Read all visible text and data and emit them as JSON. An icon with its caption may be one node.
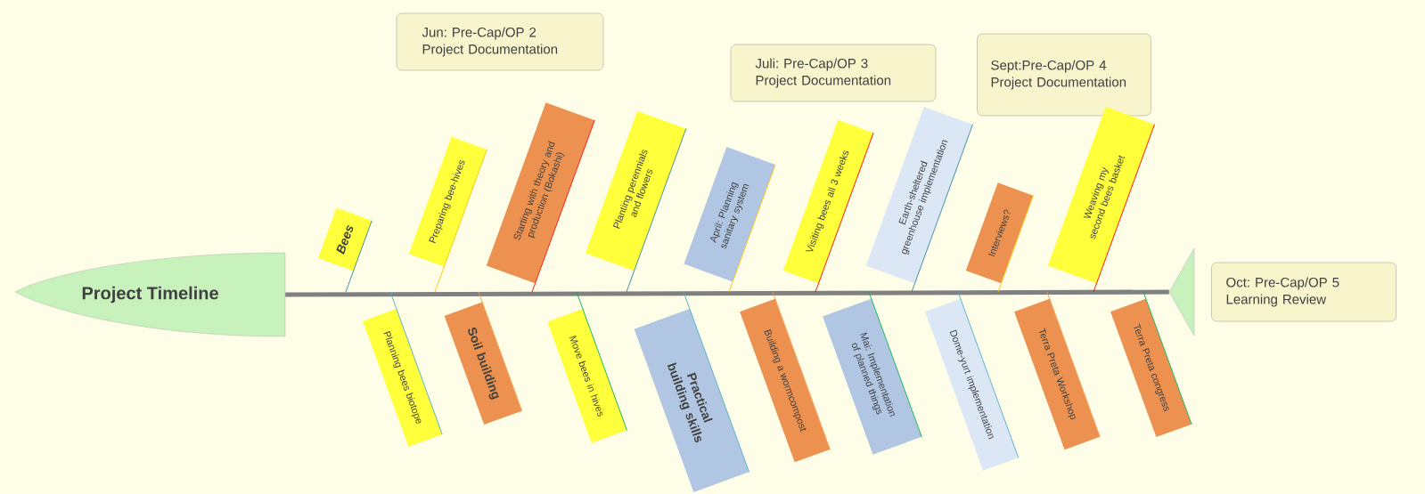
{
  "diagram": {
    "nodes": [
      {
        "text": [
          "Jun: Pre-Cap/OP 2 Project Documentation"
        ]
      },
      {
        "text": [
          "Juli: Pre-Cap/OP 3 Project Documentation"
        ]
      },
      {
        "text": [
          "Sept:Pre-Cap/OP 4 Project Documentation"
        ]
      },
      {
        "text": [
          "Project Timeline"
        ]
      },
      {
        "text": [
          "Bees"
        ]
      },
      {
        "text": [
          "Preparing bee-hives"
        ]
      },
      {
        "text": [
          "Starting with theory and production (Bokashi)"
        ]
      },
      {
        "text": [
          "Planting perennials and flowers"
        ]
      },
      {
        "text": [
          "April: Planning sanitary system"
        ]
      },
      {
        "text": [
          "Visiting bees all 3 weeks"
        ]
      },
      {
        "text": [
          "Earth-sheltered greenhouse implementation"
        ]
      },
      {
        "text": [
          "Interviews?"
        ]
      },
      {
        "text": [
          "Weaving my second bees basket"
        ]
      },
      {
        "text": [
          "Planning bees biotope"
        ]
      },
      {
        "text": [
          "Soil building"
        ]
      },
      {
        "text": [
          "Move bees in hives"
        ]
      },
      {
        "text": [
          "Practical building skills"
        ]
      },
      {
        "text": [
          "Building a wormcompost"
        ]
      },
      {
        "text": [
          "Mai: Implementation of planned things"
        ]
      },
      {
        "text": [
          "Dome-yurt implementation"
        ]
      },
      {
        "text": [
          "Terra Preta Workshop"
        ]
      },
      {
        "text": [
          "Terra Preta congress"
        ]
      },
      {
        "text": [],
        "shape": "triangle"
      },
      {
        "text": [
          "Oct: Pre-Cap/OP 5 Learning Review"
        ]
      }
    ],
    "edges": [
      {
        "from": 3,
        "to": 22,
        "arrow": "none",
        "style": "thick",
        "color": "#808080"
      },
      {
        "from": 4,
        "to": null,
        "arrow": "none",
        "color": "#31859c"
      },
      {
        "from": 5,
        "to": null,
        "arrow": "none",
        "color": "#ffc000"
      },
      {
        "from": 6,
        "to": null,
        "arrow": "none",
        "color": "#ff0000"
      },
      {
        "from": 7,
        "to": null,
        "arrow": "none",
        "color": "#31859c"
      },
      {
        "from": 8,
        "to": null,
        "arrow": "none",
        "color": "#ffc000"
      },
      {
        "from": 9,
        "to": null,
        "arrow": "none",
        "color": "#ff0000"
      },
      {
        "from": 10,
        "to": null,
        "arrow": "none",
        "color": "#31859c"
      },
      {
        "from": 11,
        "to": null,
        "arrow": "none",
        "color": "#ffc000"
      },
      {
        "from": 12,
        "to": null,
        "arrow": "none",
        "color": "#ff0000"
      },
      {
        "from": 13,
        "to": null,
        "arrow": "none",
        "color": "#4bacc6"
      },
      {
        "from": 14,
        "to": null,
        "arrow": "none",
        "color": "#f79646"
      },
      {
        "from": 15,
        "to": null,
        "arrow": "none",
        "color": "#00b050"
      },
      {
        "from": 16,
        "to": null,
        "arrow": "none",
        "color": "#4bacc6"
      },
      {
        "from": 17,
        "to": null,
        "arrow": "none",
        "color": "#f79646"
      },
      {
        "from": 18,
        "to": null,
        "arrow": "none",
        "color": "#00b050"
      },
      {
        "from": 19,
        "to": null,
        "arrow": "none",
        "color": "#4bacc6"
      },
      {
        "from": 20,
        "to": null,
        "arrow": "none",
        "color": "#f79646"
      },
      {
        "from": 21,
        "to": null,
        "arrow": "none",
        "color": "#00b050"
      }
    ]
  }
}
